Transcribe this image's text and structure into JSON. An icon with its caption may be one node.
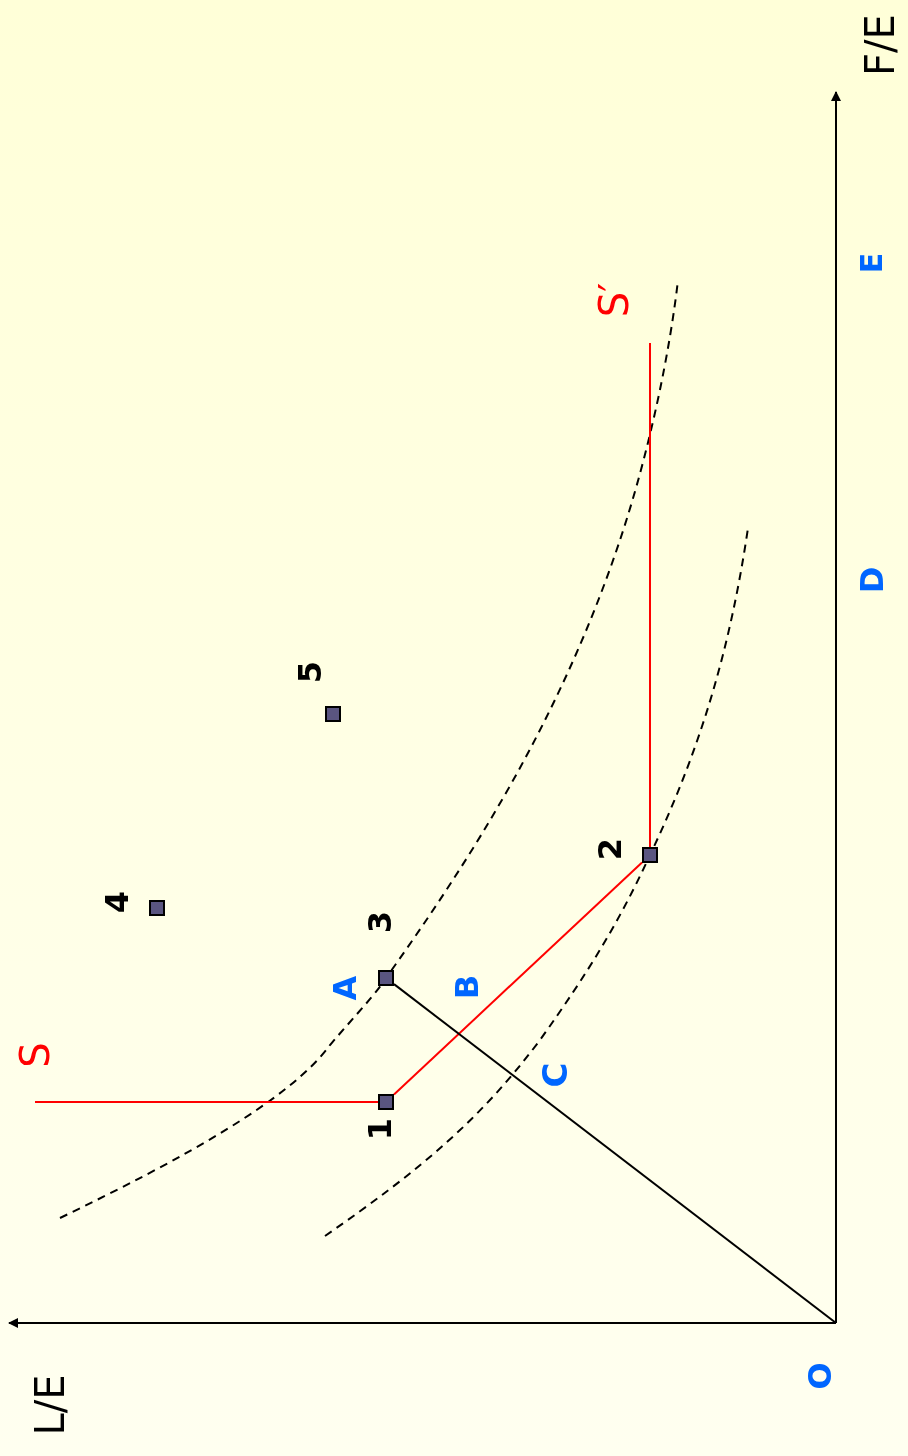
{
  "diagram": {
    "nodes": [
      {
        "text": [
          "S"
        ]
      },
      {
        "text": [
          "S′"
        ]
      },
      {
        "text": [
          "1"
        ]
      },
      {
        "text": [
          "2"
        ]
      },
      {
        "text": [
          "3"
        ]
      },
      {
        "text": [
          "4"
        ]
      },
      {
        "text": [
          "5"
        ]
      }
    ],
    "edges": [
      {
        "from": 0,
        "to": 2,
        "arrow": "none",
        "color": "#ff0000"
      },
      {
        "from": 2,
        "to": 3,
        "arrow": "none",
        "color": "#ff0000"
      },
      {
        "from": 3,
        "to": 1,
        "arrow": "none",
        "color": "#ff0000"
      },
      {
        "from": null,
        "to": 4,
        "arrow": "none",
        "color": "#000000"
      }
    ],
    "labels": [
      "F/E",
      "E",
      "D",
      "A",
      "B",
      "C",
      "L/E",
      "O"
    ]
  }
}
